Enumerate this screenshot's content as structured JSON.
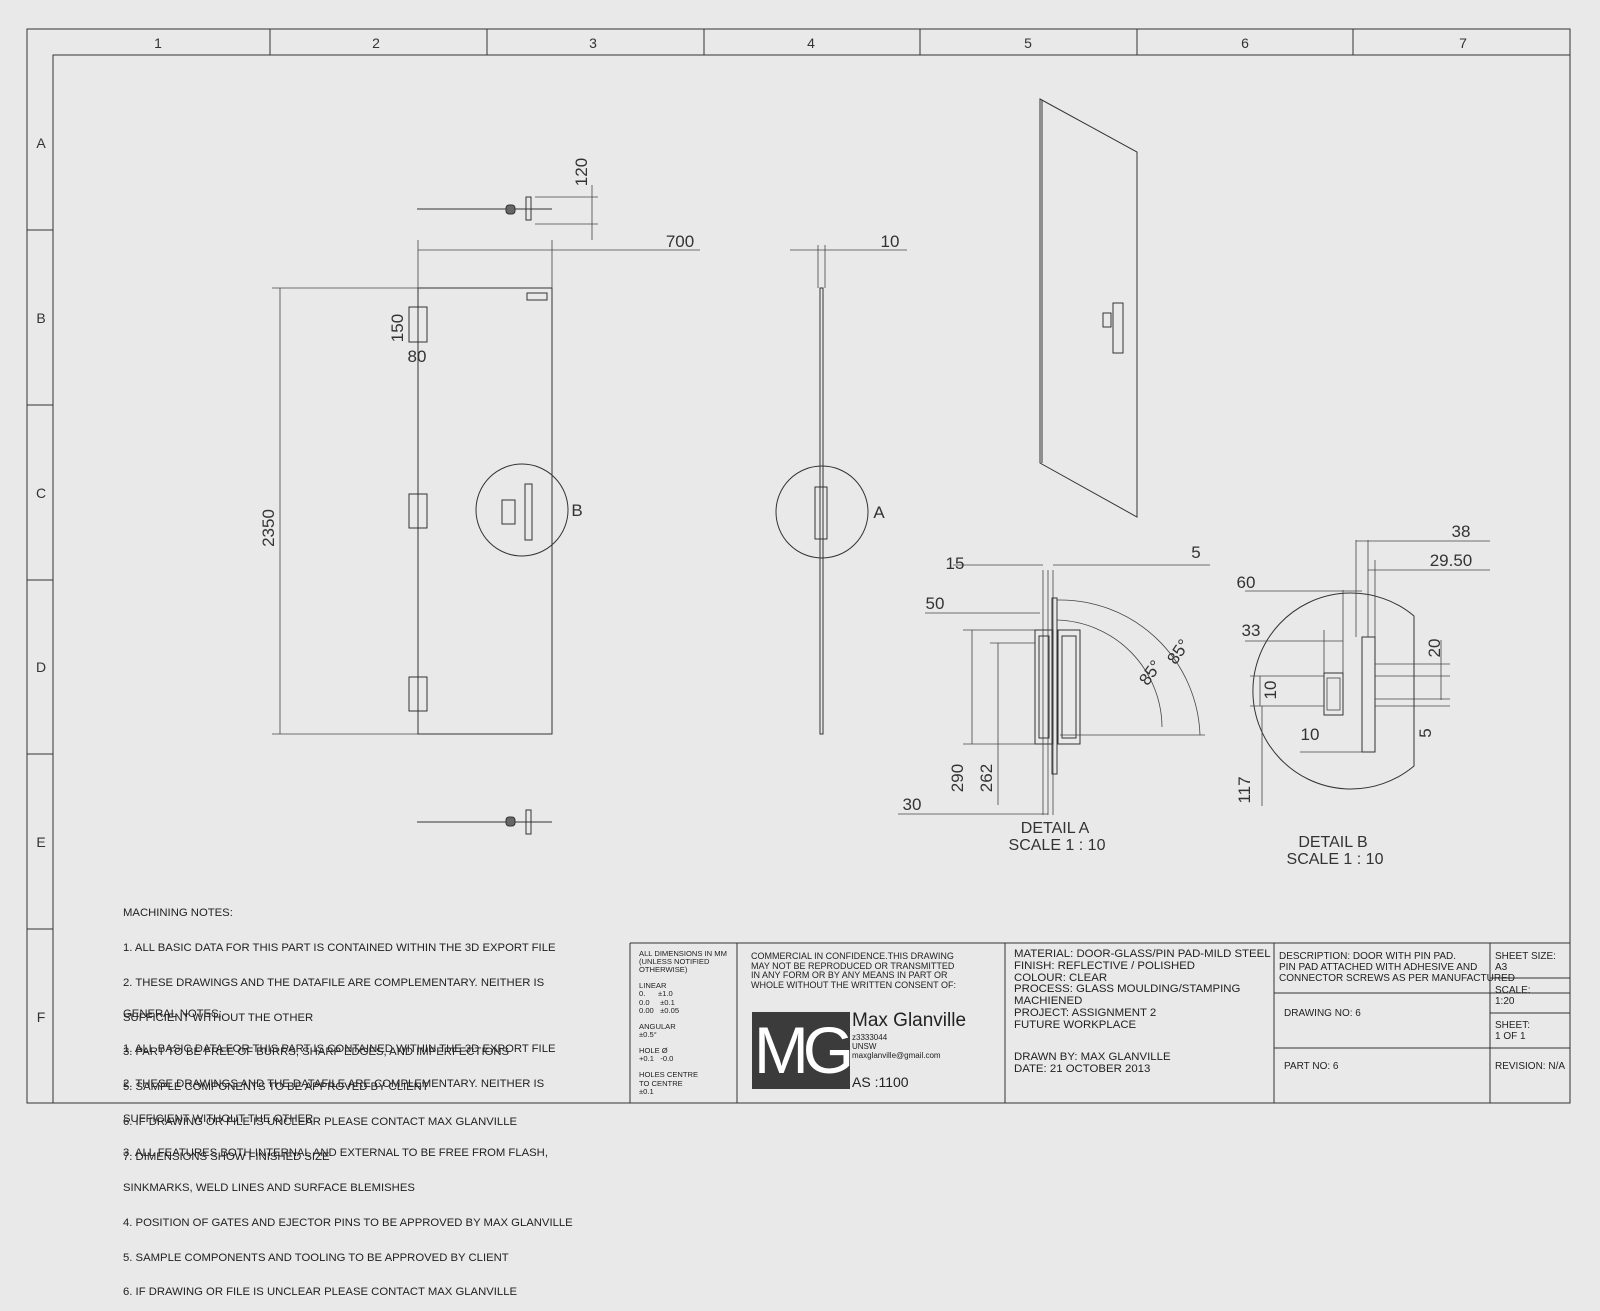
{
  "border": {
    "columns": [
      "1",
      "2",
      "3",
      "4",
      "5",
      "6",
      "7"
    ],
    "rows": [
      "A",
      "B",
      "C",
      "D",
      "E",
      "F"
    ]
  },
  "dimensions": {
    "d120": "120",
    "d700": "700",
    "d150": "150",
    "d80": "80",
    "d2350": "2350",
    "d10_side": "10",
    "detA_15": "15",
    "detA_5": "5",
    "detA_50": "50",
    "detA_85a": "85°",
    "detA_85b": "85°",
    "detA_290": "290",
    "detA_262": "262",
    "detA_30": "30",
    "detB_38": "38",
    "detB_2950": "29.50",
    "detB_60": "60",
    "detB_33": "33",
    "detB_20": "20",
    "detB_10a": "10",
    "detB_10b": "10",
    "detB_5": "5",
    "detB_117": "117"
  },
  "callouts": {
    "b": "B",
    "a": "A"
  },
  "details": {
    "a_title": "DETAIL A",
    "a_scale": "SCALE 1 : 10",
    "b_title": "DETAIL B",
    "b_scale": "SCALE 1 : 10"
  },
  "machining_notes": {
    "heading": "MACHINING NOTES:",
    "lines": [
      "1. ALL BASIC DATA FOR THIS PART IS CONTAINED WITHIN THE 3D EXPORT FILE",
      "2. THESE DRAWINGS AND THE DATAFILE ARE COMPLEMENTARY. NEITHER IS",
      "SUFFICIENT WITHOUT THE OTHER",
      "3. PART TO BE FREE OF BURRS, SHARP EDGES, AND IMPERFECTIONS",
      "5. SAMPLE COMPONENTS TO BE APPROVED BY CLIENT",
      "6. IF DRAWING OR FILE IS UNCLEAR PLEASE CONTACT MAX GLANVILLE",
      "7. DIMENSIONS SHOW FINISHED SIZE"
    ]
  },
  "general_notes": {
    "heading": "GENERAL NOTES:",
    "lines": [
      "1. ALL BASIC DATA FOR THIS PART IS CONTAINED WITHIN THE 3D EXPORT FILE",
      "2. THESE DRAWINGS AND THE DATAFILE ARE COMPLEMENTARY. NEITHER IS",
      "SUFFICIENT WITHOUT THE OTHER",
      "3. ALL FEATURES BOTH INTERNAL AND EXTERNAL TO BE FREE FROM FLASH,",
      "SINKMARKS, WELD LINES AND SURFACE BLEMISHES",
      "4. POSITION OF GATES AND EJECTOR PINS TO BE APPROVED BY MAX GLANVILLE",
      "5. SAMPLE COMPONENTS AND TOOLING TO BE APPROVED BY CLIENT",
      "6. IF DRAWING OR FILE IS UNCLEAR PLEASE CONTACT MAX GLANVILLE"
    ]
  },
  "title_block": {
    "tolerances": "ALL DIMENSIONS IN MM\n(UNLESS NOTIFIED\nOTHERWISE)\n\nLINEAR\n0.      ±1.0\n0.0     ±0.1\n0.00   ±0.05\n\nANGULAR\n±0.5°\n\nHOLE Ø\n+0.1   -0.0\n\nHOLES CENTRE\nTO CENTRE\n±0.1",
    "confidential": "COMMERCIAL IN CONFIDENCE.THIS DRAWING\nMAY NOT BE REPRODUCED OR TRANSMITTED\nIN ANY FORM OR BY ANY MEANS IN PART OR\nWHOLE WITHOUT THE WRITTEN CONSENT OF:",
    "logo": "MG",
    "name": "Max Glanville",
    "contact": "z3333044\nUNSW\nmaxglanville@gmail.com",
    "standard": "AS :1100",
    "material_lines": "MATERIAL: DOOR-GLASS/PIN PAD-MILD STEEL\nFINISH: REFLECTIVE / POLISHED\nCOLOUR: CLEAR\nPROCESS: GLASS MOULDING/STAMPING\nMACHIENED\nPROJECT: ASSIGNMENT 2\nFUTURE WORKPLACE",
    "drawn_by": "DRAWN BY: MAX GLANVILLE\nDATE: 21 OCTOBER 2013",
    "description": "DESCRIPTION: DOOR WITH PIN PAD.\nPIN PAD ATTACHED WITH ADHESIVE AND\nCONNECTOR SCREWS AS PER MANUFACTURED",
    "drawing_no": "DRAWING NO: 6",
    "part_no": "PART NO: 6",
    "sheet_size": "SHEET SIZE:\nA3",
    "scale": "SCALE:\n1:20",
    "sheet": "SHEET:\n1 OF 1",
    "revision": "REVISION: N/A"
  }
}
